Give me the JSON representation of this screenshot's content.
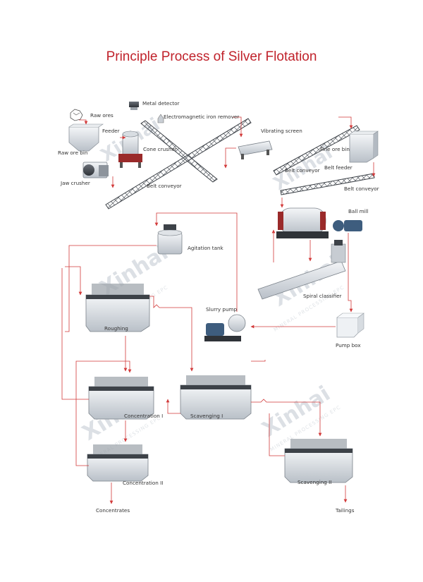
{
  "title": "Principle Process of Silver Flotation",
  "colors": {
    "title": "#c0222b",
    "flow_line": "#d23a3a",
    "text": "#333333"
  },
  "labels": {
    "raw_ores": "Raw ores",
    "feeder": "Feeder",
    "raw_ore_bin": "Raw ore bin",
    "jaw_crusher": "Jaw crusher",
    "metal_detector": "Metal detector",
    "em_iron_remover": "Electromagnetic iron remover",
    "cone_crusher": "Cone crusher",
    "belt_conveyor_1": "Belt conveyor",
    "vibrating_screen": "Vibrating screen",
    "belt_conveyor_2": "Belt conveyor",
    "fine_ore_bin": "Fine ore bin",
    "belt_feeder": "Belt feeder",
    "belt_conveyor_3": "Belt conveyor",
    "ball_mill": "Ball mill",
    "agitation_tank": "Agitation tank",
    "spiral_classifier": "Spiral classifier",
    "slurry_pump": "Slurry pump",
    "pump_box": "Pump box",
    "roughing": "Roughing",
    "concentration_1": "Concentration I",
    "scavenging_1": "Scavenging I",
    "concentration_2": "Concentration II",
    "scavenging_2": "Scavenging II",
    "concentrates": "Concentrates",
    "tailings": "Tailings"
  },
  "watermark": {
    "brand": "Xinhai",
    "sub": "MINERAL PROCESSING EPC"
  }
}
